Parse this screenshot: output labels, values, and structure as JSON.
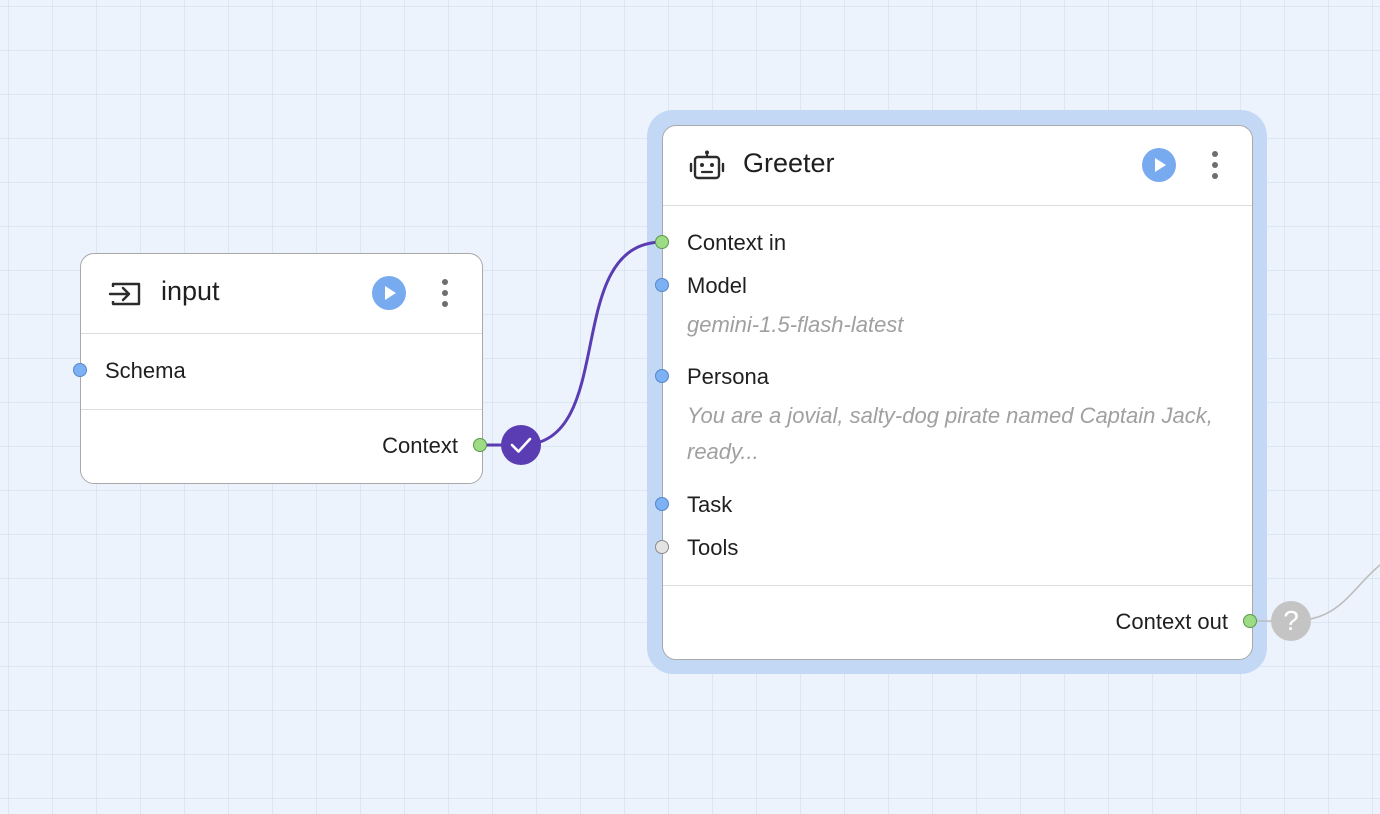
{
  "nodes": {
    "input": {
      "title": "input",
      "icon": "input-icon",
      "inputs": [
        {
          "label": "Schema"
        }
      ],
      "outputs": [
        {
          "label": "Context",
          "status": "check-icon"
        }
      ]
    },
    "greeter": {
      "title": "Greeter",
      "icon": "robot-icon",
      "inputs": [
        {
          "label": "Context in"
        },
        {
          "label": "Model",
          "value": "gemini-1.5-flash-latest"
        },
        {
          "label": "Persona",
          "value": "You are a jovial, salty-dog pirate named Captain Jack, ready..."
        },
        {
          "label": "Task"
        },
        {
          "label": "Tools"
        }
      ],
      "outputs": [
        {
          "label": "Context out",
          "status": "?"
        }
      ]
    }
  },
  "colors": {
    "canvas_bg": "#edf3fd",
    "selection": "#c3d8f5",
    "wire_connected": "#5b3db3",
    "wire_pending": "#bdbdbd",
    "port_config": "#7cb2f4",
    "port_context": "#9ddb84",
    "port_tools": "#e4e4e4",
    "run_button": "#78aaf0"
  }
}
